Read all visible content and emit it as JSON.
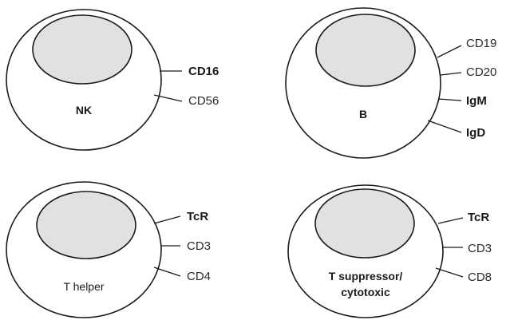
{
  "cells": [
    {
      "id": "nk",
      "label_lines": [
        "NK"
      ],
      "markers": [
        {
          "text": "CD16",
          "weight": "bold"
        },
        {
          "text": "CD56",
          "weight": "normal"
        }
      ]
    },
    {
      "id": "b",
      "label_lines": [
        "B"
      ],
      "markers": [
        {
          "text": "CD19",
          "weight": "normal"
        },
        {
          "text": "CD20",
          "weight": "normal"
        },
        {
          "text": "IgM",
          "weight": "bold"
        },
        {
          "text": "IgD",
          "weight": "bold"
        }
      ]
    },
    {
      "id": "t-helper",
      "label_lines": [
        "T helper"
      ],
      "markers": [
        {
          "text": "TcR",
          "weight": "bold"
        },
        {
          "text": "CD3",
          "weight": "normal"
        },
        {
          "text": "CD4",
          "weight": "normal"
        }
      ]
    },
    {
      "id": "t-suppressor",
      "label_lines": [
        "T suppressor/",
        "cytotoxic"
      ],
      "markers": [
        {
          "text": "TcR",
          "weight": "bold"
        },
        {
          "text": "CD3",
          "weight": "normal"
        },
        {
          "text": "CD8",
          "weight": "normal"
        }
      ]
    }
  ]
}
